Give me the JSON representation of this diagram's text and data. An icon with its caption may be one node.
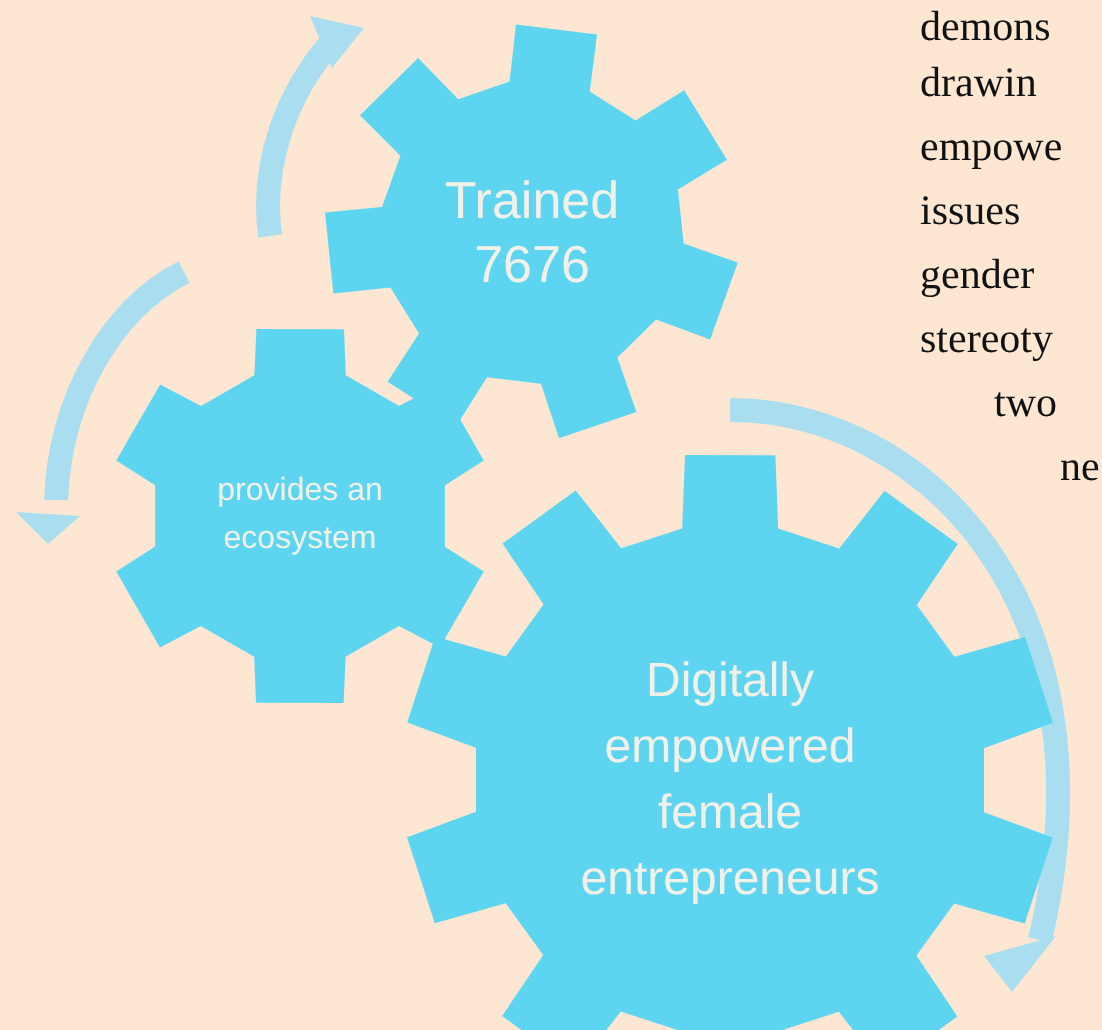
{
  "diagram": {
    "nodes": [
      {
        "text": [
          "Trained 7676"
        ]
      },
      {
        "text": [
          "provides an ecosystem"
        ]
      },
      {
        "text": [
          "Digitally empowered female entrepreneurs"
        ]
      }
    ],
    "labels": [
      "demons",
      "drawin",
      "empowe",
      "issues",
      "gender",
      "stereoty",
      "two",
      "ne"
    ]
  }
}
